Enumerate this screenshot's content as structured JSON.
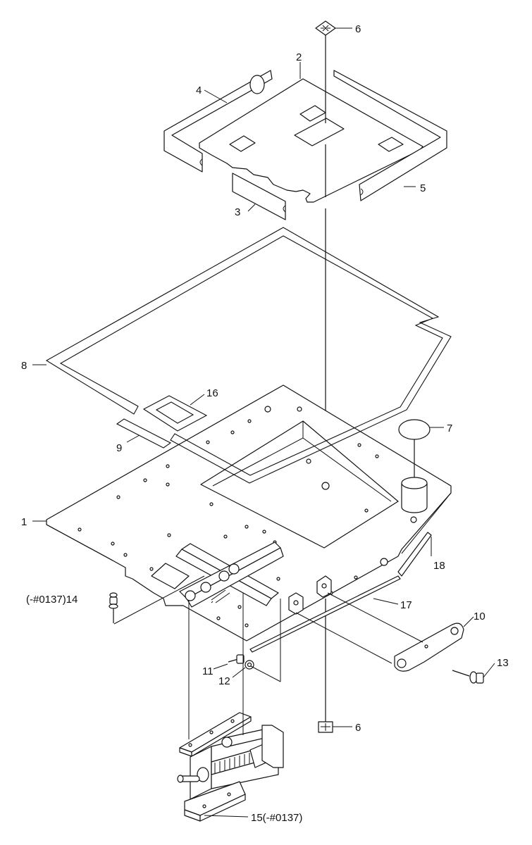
{
  "diagram": {
    "callouts": [
      {
        "id": "c2",
        "text": "2"
      },
      {
        "id": "c3",
        "text": "3"
      },
      {
        "id": "c4",
        "text": "4"
      },
      {
        "id": "c5",
        "text": "5"
      },
      {
        "id": "c6a",
        "text": "6"
      },
      {
        "id": "c6b",
        "text": "6"
      },
      {
        "id": "c1",
        "text": "1"
      },
      {
        "id": "c7",
        "text": "7"
      },
      {
        "id": "c8",
        "text": "8"
      },
      {
        "id": "c9",
        "text": "9"
      },
      {
        "id": "c10",
        "text": "10"
      },
      {
        "id": "c11",
        "text": "11"
      },
      {
        "id": "c12",
        "text": "12"
      },
      {
        "id": "c13",
        "text": "13"
      },
      {
        "id": "c14",
        "text": "(-#0137)14"
      },
      {
        "id": "c15",
        "text": "15(-#0137)"
      },
      {
        "id": "c16",
        "text": "16"
      },
      {
        "id": "c17",
        "text": "17"
      },
      {
        "id": "c18",
        "text": "18"
      }
    ],
    "colors": {
      "line": "#111111",
      "background": "#ffffff",
      "gasket_fill": "#cfcfcf"
    }
  }
}
